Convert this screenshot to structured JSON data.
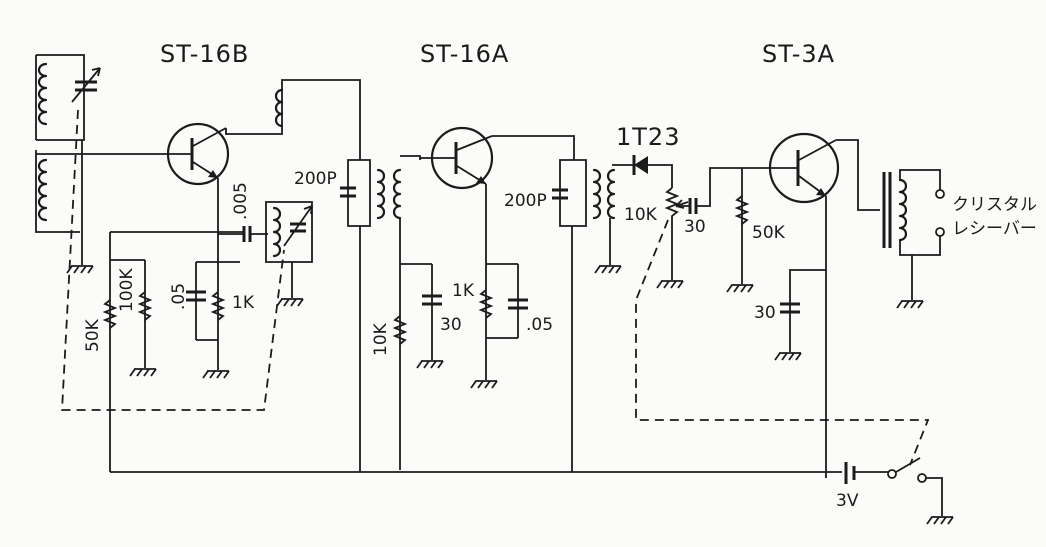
{
  "stage_labels": {
    "st16b": "ST-16B",
    "st16a": "ST-16A",
    "st3a": "ST-3A"
  },
  "diode_label": "1T23",
  "output_label_line1": "クリスタル",
  "output_label_line2": "レシーバー",
  "battery_label": "3V",
  "components": {
    "c_005_coupling": ".005",
    "r_50k_bias": "50K",
    "r_100k_bias": "100K",
    "c_05_stage1": ".05",
    "r_1k_stage1": "1K",
    "c_200p_1": "200P",
    "r_10k_stage2": "10K",
    "c_30_stage2": "30",
    "r_1k_stage2": "1K",
    "c_05_stage2": ".05",
    "c_200p_2": "200P",
    "r_10k_detector": "10K",
    "c_30_coupling": "30",
    "r_50k_stage3": "50K",
    "c_30_stage3": "30"
  },
  "icons": [
    "transistor-icon",
    "coil-icon",
    "variable-capacitor-icon",
    "ground-icon",
    "battery-icon",
    "switch-icon",
    "diode-icon",
    "resistor-icon",
    "capacitor-icon",
    "transformer-icon",
    "potentiometer-icon"
  ]
}
